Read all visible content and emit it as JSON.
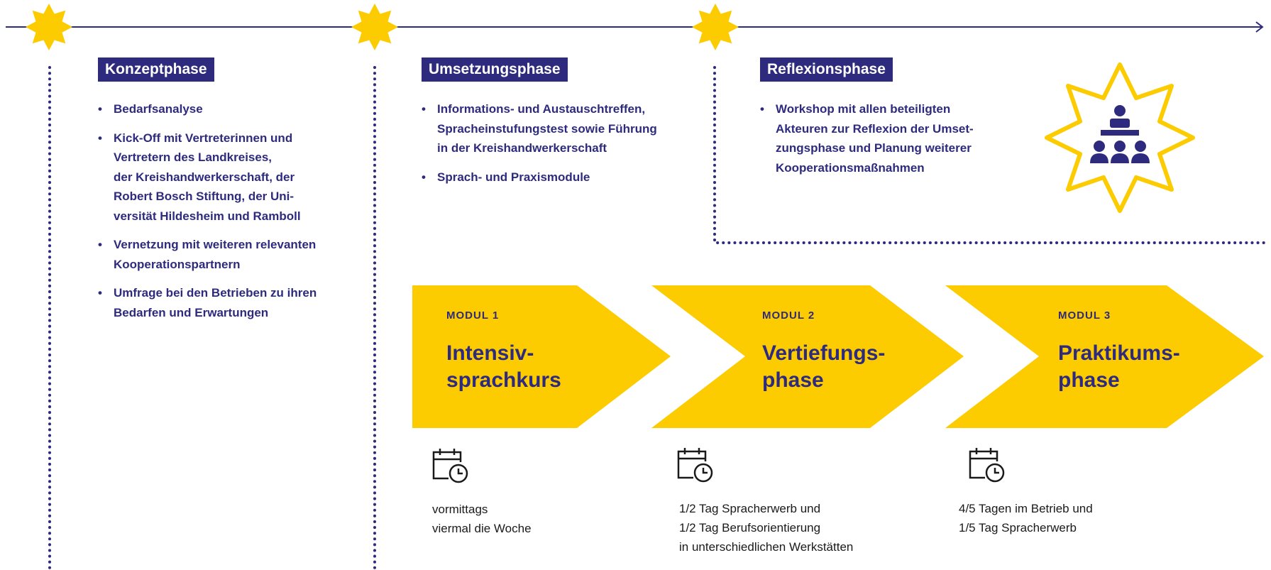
{
  "phases": [
    {
      "title": "Konzeptphase",
      "bullets": [
        [
          "Bedarfsanalyse"
        ],
        [
          "Kick-Off mit Vertreterinnen und",
          "Vertretern des Landkreises,",
          "der Kreishandwerkerschaft, der",
          "Robert Bosch Stiftung, der Uni-",
          "versität Hildesheim und Ramboll"
        ],
        [
          "Vernetzung mit weiteren relevanten",
          "Kooperationspartnern"
        ],
        [
          "Umfrage bei den Betrieben zu ihren",
          "Bedarfen und Erwartungen"
        ]
      ]
    },
    {
      "title": "Umsetzungsphase",
      "bullets": [
        [
          "Informations- und Austauschtreffen,",
          "Spracheinstufungstest sowie Führung",
          "in der Kreishandwerkerschaft"
        ],
        [
          "Sprach- und Praxismodule"
        ]
      ]
    },
    {
      "title": "Reflexionsphase",
      "bullets": [
        [
          "Workshop mit allen beteiligten",
          "Akteuren zur Reflexion der Umset-",
          "zungsphase und Planung weiterer",
          "Kooperationsmaßnahmen"
        ]
      ]
    }
  ],
  "modules": [
    {
      "label": "MODUL 1",
      "name": [
        "Intensiv-",
        "sprachkurs"
      ],
      "desc": [
        "vormittags",
        "viermal die Woche"
      ]
    },
    {
      "label": "MODUL 2",
      "name": [
        "Vertiefungs-",
        "phase"
      ],
      "desc": [
        "1/2 Tag Spracherwerb und",
        "1/2 Tag Berufsorientierung",
        "in unterschiedlichen Werkstätten"
      ]
    },
    {
      "label": "MODUL 3",
      "name": [
        "Praktikums-",
        "phase"
      ],
      "desc": [
        "4/5 Tagen im Betrieb und",
        "1/5 Tag Spracherwerb"
      ]
    }
  ],
  "icons": {
    "timeline_marker": "star-icon",
    "workshop": "workshop-people-icon",
    "schedule": "calendar-clock-icon"
  },
  "colors": {
    "navy": "#2e2b7e",
    "yellow": "#fccb00",
    "text": "#1a1a1a"
  }
}
